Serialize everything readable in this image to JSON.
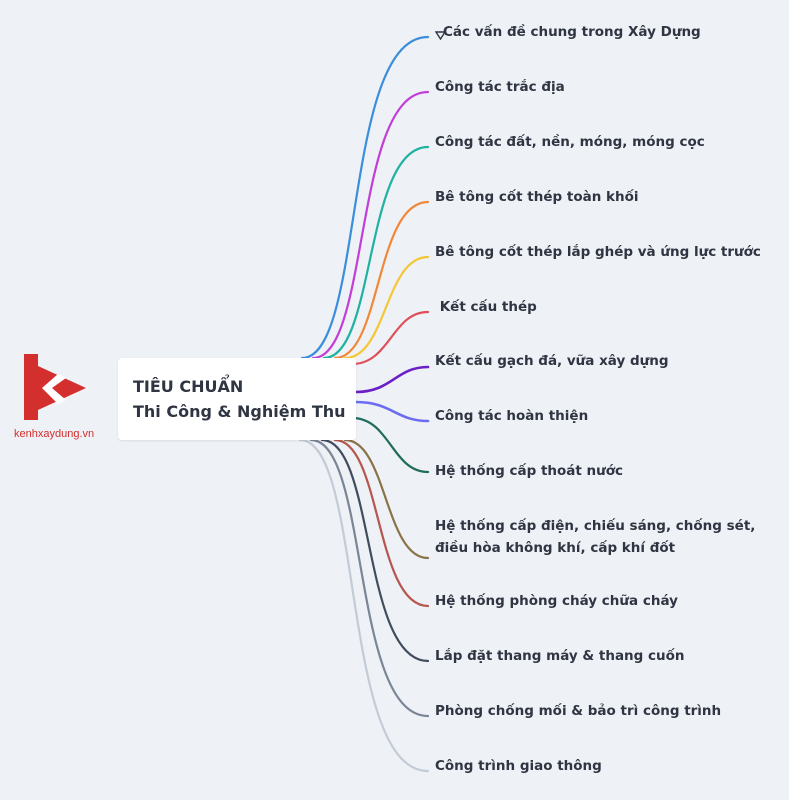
{
  "logo": {
    "text": "kenhxaydung.vn",
    "color": "#d32f2f"
  },
  "root": {
    "line1": "TIÊU CHUẨN",
    "line2": "Thi Công & Nghiệm Thu"
  },
  "branches": [
    {
      "label": "Các vấn đề chung trong Xây Dựng",
      "color": "#3b8edb",
      "icon": "triangle-down-icon"
    },
    {
      "label": "Công tác trắc địa",
      "color": "#c13fd6"
    },
    {
      "label": "Công tác đất, nền, móng, móng cọc",
      "color": "#1fb2a0"
    },
    {
      "label": "Bê tông cốt thép toàn khối",
      "color": "#f0883a"
    },
    {
      "label": "Bê tông cốt thép lắp ghép và ứng lực trước",
      "color": "#f5c636"
    },
    {
      "label": " Kết cấu thép",
      "color": "#dd4f5b"
    },
    {
      "label": "Kết cấu gạch đá, vữa xây dựng",
      "color": "#6a1fc7"
    },
    {
      "label": "Công tác hoàn thiện",
      "color": "#6c6cf0"
    },
    {
      "label": "Hệ thống cấp thoát nước",
      "color": "#1f6b5c"
    },
    {
      "label": "Hệ thống cấp điện, chiếu sáng, chống sét, điều hòa không khí, cấp khí đốt",
      "color": "#8a7348"
    },
    {
      "label": "Hệ thống phòng cháy chữa cháy",
      "color": "#b5564f"
    },
    {
      "label": "Lắp đặt thang máy & thang cuốn",
      "color": "#414c5e"
    },
    {
      "label": "Phòng chống mối & bảo trì công trình",
      "color": "#7a8596"
    },
    {
      "label": "Công trình giao thông",
      "color": "#c3ccd6"
    }
  ]
}
